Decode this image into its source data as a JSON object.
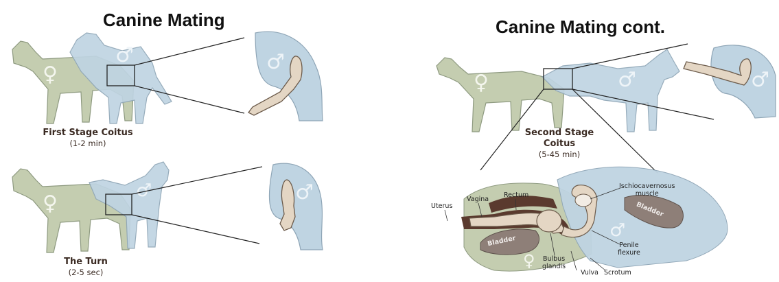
{
  "left_panel": {
    "title": "Canine Mating",
    "stage1": {
      "label": "First Stage Coitus",
      "duration": "(1-2 min)"
    },
    "stage2": {
      "label": "The Turn",
      "duration": "(2-5 sec)"
    }
  },
  "right_panel": {
    "title": "Canine Mating cont.",
    "stage3": {
      "label_line1": "Second Stage",
      "label_line2": "Coitus",
      "duration": "(5-45 min)"
    },
    "anatomy_labels": {
      "uterus": "Uterus",
      "vagina": "Vagina",
      "rectum": "Rectum",
      "bladder_female": "Bladder",
      "bladder_male": "Bladder",
      "bulbus_glandis_1": "Bulbus",
      "bulbus_glandis_2": "glandis",
      "vulva": "Vulva",
      "scrotum": "Scrotum",
      "penile_flexure_1": "Penile",
      "penile_flexure_2": "flexure",
      "ischio_1": "Ischiocavernosus",
      "ischio_2": "muscle"
    }
  },
  "symbols": {
    "female": "♀",
    "male": "♂"
  },
  "colors": {
    "female_dog": "#c4cdb0",
    "male_dog": "#bfd4e2",
    "outline": "#8a9a8f",
    "penis": "#e4d6c4",
    "penis_outline": "#6b5a4a",
    "tissue_dark": "#5a3a2e",
    "bladder": "#8e7f78"
  }
}
